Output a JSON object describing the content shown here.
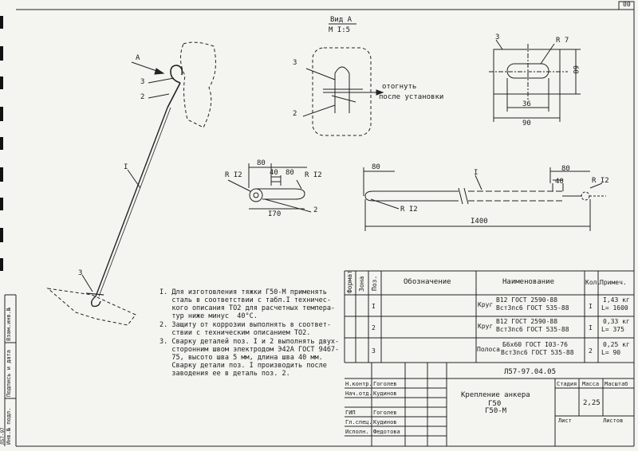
{
  "sheet": {
    "sheet_corner": "00",
    "view_a_title": "Вид А",
    "view_a_scale": "М I:5",
    "arrow_label": "А"
  },
  "dims": {
    "r7": "R 7",
    "d60": "60",
    "d36": "36",
    "d90": "90",
    "d80a": "80",
    "d40a": "40",
    "d80b": "80",
    "r12a": "R I2",
    "r12b": "R I2",
    "d170": "I70",
    "d80c": "80",
    "d80d": "80",
    "d40b": "40",
    "r12c": "R I2",
    "r12d": "R I2",
    "d1400": "I400",
    "bend_note_1": "отогнуть",
    "bend_note_2": "после установки"
  },
  "positions": {
    "p1a": "I",
    "p2a": "2",
    "p3a": "3",
    "p3b": "3",
    "p2b": "2",
    "p3c": "3",
    "p3d": "3",
    "p2c": "2",
    "p1b": "I"
  },
  "notes": [
    "I. Для изготовления тяжки Г50-М применять\n   сталь в соответствии с табл.I техничес-\n   кого описания ТО2 для расчетных темпера-\n   тур ниже минус  40°С.",
    "2. Защиту от коррозии выполнять в соответ-\n   ствии с техническим описанием ТО2.",
    "3. Сварку деталей поз. I и 2 выполнять двух-\n   сторонним швом электродом Э42А ГОСТ 9467-\n   75, высото шва 5 мм, длина шва 40 мм.\n   Сварку детали поз. I производить после\n   заводения ее в деталь поз. 2."
  ],
  "spec_table": {
    "headers": {
      "format": "Формат",
      "zone": "Зона",
      "pos": "Поз.",
      "designation": "Обозначение",
      "name": "Наименование",
      "qty": "Кол.",
      "note": "Примеч."
    },
    "rows": [
      {
        "pos": "I",
        "name_prefix": "Круг",
        "name_1": "В12 ГОСТ 2590-88",
        "name_2": "Вст3пс6 ГОСТ 535-88",
        "qty": "I",
        "note_1": "I,43 кг",
        "note_2": "L= 1600"
      },
      {
        "pos": "2",
        "name_prefix": "Круг",
        "name_1": "В12 ГОСТ 2590-88",
        "name_2": "Вст3пс6 ГОСТ 535-88",
        "qty": "I",
        "note_1": "0,33 кг",
        "note_2": "L= 375"
      },
      {
        "pos": "3",
        "name_prefix": "Полоса",
        "name_1": "Б6х60 ГОСТ I03-76",
        "name_2": "Вст3пс6 ГОСТ 535-88",
        "qty": "2",
        "note_1": "0,25 кг",
        "note_2": "L= 90"
      }
    ]
  },
  "title_block": {
    "doc_code": "Л57-97.04.05",
    "title_1": "Крепление анкера",
    "title_2": "Г50",
    "title_3": "Г50-М",
    "stage_label": "Стадия",
    "mass_label": "Масса",
    "scale_label": "Масштаб",
    "mass_value": "2,25",
    "sheet_label": "Лист",
    "sheets_label": "Листов",
    "roles": [
      {
        "role": "Н.контр.",
        "person": "Гоголев"
      },
      {
        "role": "Нач.отд.",
        "person": "Кудинов"
      },
      {
        "role": "",
        "person": ""
      },
      {
        "role": "ГИП",
        "person": "Гоголев"
      },
      {
        "role": "Гл.спец.",
        "person": "Кудинов"
      },
      {
        "role": "Исполн.",
        "person": "Федотова"
      }
    ]
  },
  "side_stamp": {
    "inv_no": "Инв.№ подл.",
    "sign_date": "Подпись и дата",
    "replace": "Взам.инв.№",
    "code": "Л57-97"
  }
}
